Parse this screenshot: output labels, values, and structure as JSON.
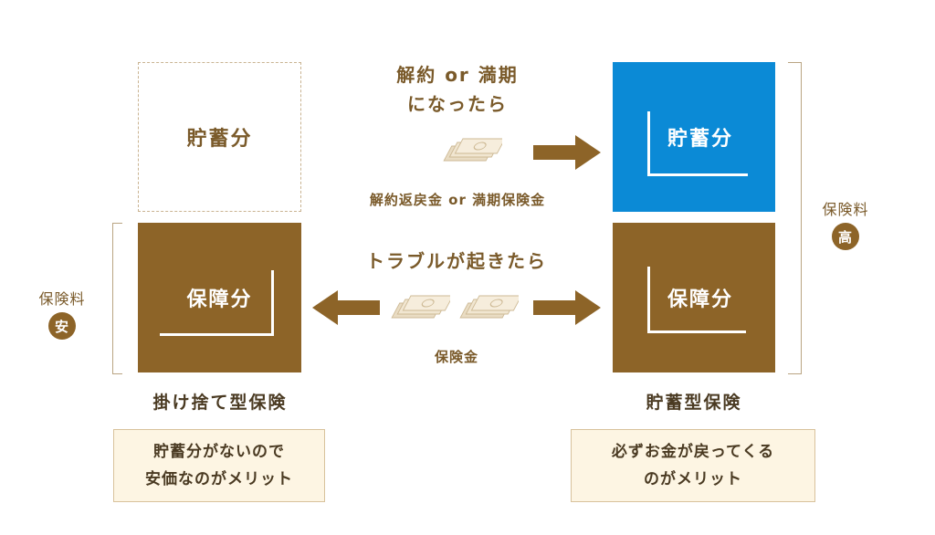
{
  "left": {
    "savings_box": "貯蓄分",
    "protection_box": "保障分",
    "title": "掛け捨て型保険",
    "note_line1": "貯蓄分がないので",
    "note_line2": "安価なのがメリット",
    "premium_label": "保険料",
    "premium_badge": "安"
  },
  "right": {
    "savings_box": "貯蓄分",
    "protection_box": "保障分",
    "title": "貯蓄型保険",
    "note_line1": "必ずお金が戻ってくる",
    "note_line2": "のがメリット",
    "premium_label": "保険料",
    "premium_badge": "高"
  },
  "middle": {
    "top_caption_line1": "解約 or 満期",
    "top_caption_line2": "になったら",
    "top_money_label": "解約返戻金 or 満期保険金",
    "bottom_caption": "トラブルが起きたら",
    "bottom_money_label": "保険金"
  },
  "colors": {
    "brown": "#8d6428",
    "blue": "#0b8ad6",
    "cream": "#fdf5e3"
  }
}
